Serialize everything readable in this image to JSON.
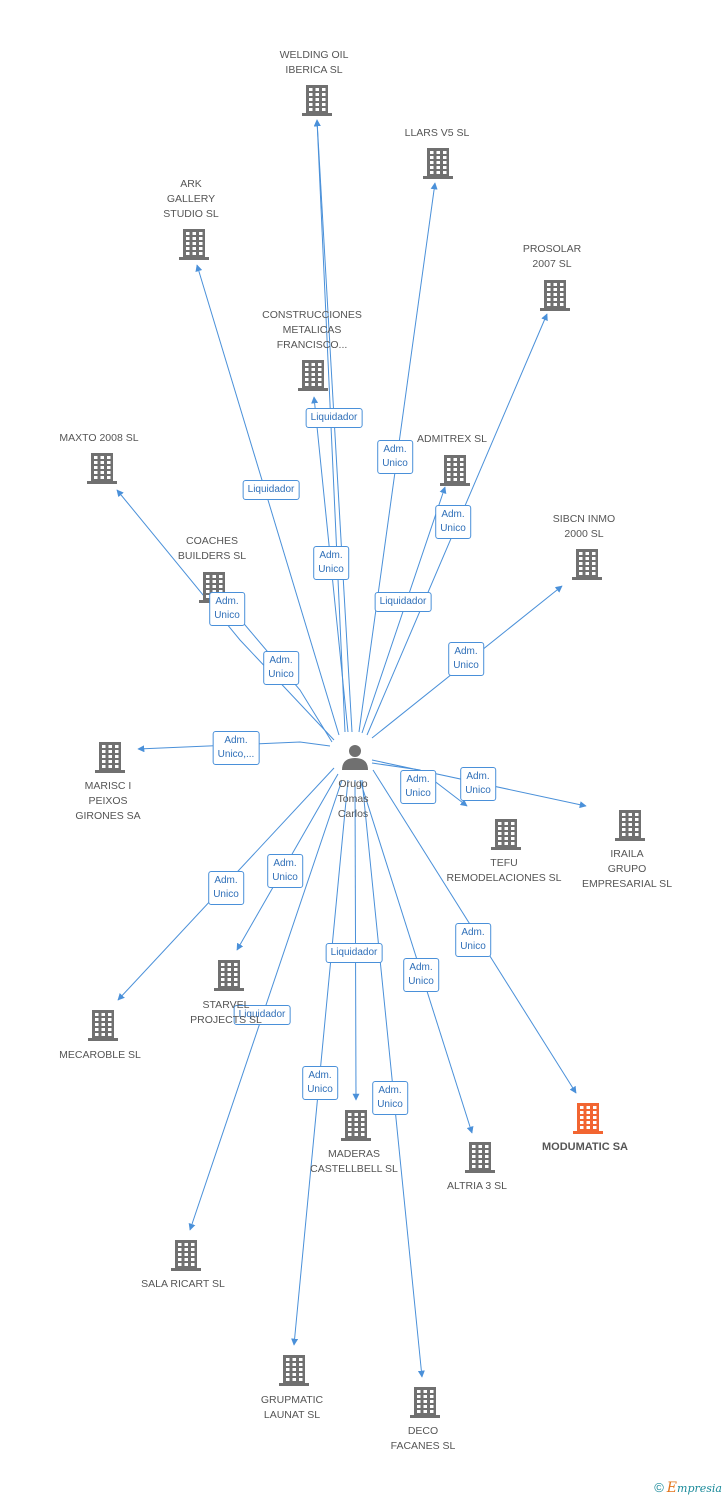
{
  "person": {
    "label": "Orugo\nTomas\nCarlos",
    "icon": "person-icon"
  },
  "colors": {
    "edge": "#4a90d9",
    "building": "#707070",
    "highlight": "#f26531"
  },
  "companies": [
    {
      "id": "welding",
      "label": "WELDING OIL\nIBERICA SL",
      "icon": "building-icon"
    },
    {
      "id": "llars",
      "label": "LLARS V5 SL",
      "icon": "building-icon"
    },
    {
      "id": "ark",
      "label": "ARK\nGALLERY\nSTUDIO SL",
      "icon": "building-icon"
    },
    {
      "id": "prosolar",
      "label": "PROSOLAR\n2007 SL",
      "icon": "building-icon"
    },
    {
      "id": "construcciones",
      "label": "CONSTRUCCIONES\nMETALICAS\nFRANCISCO...",
      "icon": "building-icon"
    },
    {
      "id": "maxto",
      "label": "MAXTO 2008 SL",
      "icon": "building-icon"
    },
    {
      "id": "admitrex",
      "label": "ADMITREX SL",
      "icon": "building-icon"
    },
    {
      "id": "sibcn",
      "label": "SIBCN INMO\n2000 SL",
      "icon": "building-icon"
    },
    {
      "id": "coaches",
      "label": "COACHES\nBUILDERS SL",
      "icon": "building-icon"
    },
    {
      "id": "marisc",
      "label": "MARISC I\nPEIXOS\nGIRONES SA",
      "icon": "building-icon"
    },
    {
      "id": "tefu",
      "label": "TEFU\nREMODELACIONES SL",
      "icon": "building-icon"
    },
    {
      "id": "iraila",
      "label": "IRAILA\nGRUPO\nEMPRESARIAL SL",
      "icon": "building-icon"
    },
    {
      "id": "starvel",
      "label": "STARVEL\nPROJECTS SL",
      "icon": "building-icon"
    },
    {
      "id": "mecaroble",
      "label": "MECAROBLE SL",
      "icon": "building-icon"
    },
    {
      "id": "modumatic",
      "label": "MODUMATIC SA",
      "icon": "building-icon",
      "highlight": true
    },
    {
      "id": "maderas",
      "label": "MADERAS\nCASTELLBELL SL",
      "icon": "building-icon"
    },
    {
      "id": "altria",
      "label": "ALTRIA 3 SL",
      "icon": "building-icon"
    },
    {
      "id": "salaricart",
      "label": "SALA RICART SL",
      "icon": "building-icon"
    },
    {
      "id": "grupmatic",
      "label": "GRUPMATIC\nLAUNAT SL",
      "icon": "building-icon"
    },
    {
      "id": "deco",
      "label": "DECO\nFACANES SL",
      "icon": "building-icon"
    }
  ],
  "edges": [
    {
      "to": "welding",
      "label": ""
    },
    {
      "to": "llars",
      "label": "Adm.\nUnico"
    },
    {
      "to": "ark",
      "label": "Liquidador"
    },
    {
      "to": "prosolar",
      "label": "Adm.\nUnico"
    },
    {
      "to": "construcciones",
      "label": "Liquidador"
    },
    {
      "to": "maxto",
      "label": "Adm.\nUnico"
    },
    {
      "to": "admitrex",
      "label": "Liquidador"
    },
    {
      "to": "sibcn",
      "label": "Adm.\nUnico"
    },
    {
      "to": "coaches",
      "label": "Adm.\nUnico"
    },
    {
      "to": "marisc",
      "label": "Adm.\nUnico,..."
    },
    {
      "to": "tefu",
      "label": "Adm.\nUnico"
    },
    {
      "to": "iraila",
      "label": "Adm.\nUnico"
    },
    {
      "to": "starvel",
      "label": "Adm.\nUnico"
    },
    {
      "to": "mecaroble",
      "label": "Adm.\nUnico"
    },
    {
      "to": "modumatic",
      "label": "Adm.\nUnico"
    },
    {
      "to": "maderas",
      "label": "Liquidador"
    },
    {
      "to": "altria",
      "label": "Adm.\nUnico"
    },
    {
      "to": "salaricart",
      "label": "Liquidador"
    },
    {
      "to": "grupmatic",
      "label": "Adm.\nUnico"
    },
    {
      "to": "deco",
      "label": "Adm.\nUnico"
    },
    {
      "to": "welding",
      "label": "Adm.\nUnico"
    }
  ],
  "footer": {
    "copyright": "©",
    "brand_e": "E",
    "brand_rest": "mpresia"
  }
}
